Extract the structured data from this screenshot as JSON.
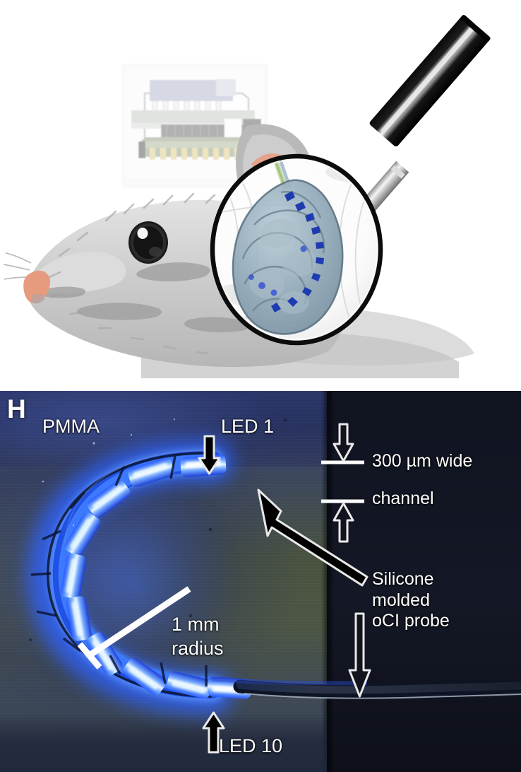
{
  "figure": {
    "panels": [
      {
        "id": "top",
        "type": "illustration",
        "description": "Grayscale illustration of a mouse head wearing a headstage PCB connector, with a magnifying glass held over the ear region revealing the cochlea with an implanted optical probe",
        "elements": {
          "mouse_head": "mouse-head-illustration",
          "headstage": "pcb-headstage-connector",
          "magnifier": "magnifying-glass",
          "cochlea": "cochlea-with-probe"
        }
      },
      {
        "id": "bottom",
        "type": "photograph",
        "letter": "H",
        "description": "Photograph of a silicone molded optical cochlear implant probe bent into a 1 mm radius loop with 10 blue LEDs illuminated, resting against a PMMA block"
      }
    ]
  },
  "annotations": {
    "panel_letter": "H",
    "pmma": "PMMA",
    "led_first": "LED 1",
    "led_last": "LED 10",
    "channel_width": "300 µm wide",
    "channel_word": "channel",
    "probe_line1": "Silicone",
    "probe_line2": "molded",
    "probe_line3": "oCI probe",
    "radius_value": "1 mm",
    "radius_word": "radius"
  },
  "measurements": {
    "channel_width_um": 300,
    "bend_radius_mm": 1,
    "led_count": 10
  },
  "colors": {
    "led_blue": "#1e4bff",
    "led_core": "#cfe8ff",
    "pmma_slab": "#2b3666",
    "dark_field": "#101320",
    "annotation_text": "#ffffff",
    "arrow_fill": "#000000",
    "arrow_stroke": "#e8e8e8",
    "mouse_fur": "#c9c9c9",
    "mouse_nose": "#e79b7e",
    "cochlea": "#8fa6b4",
    "probe_in_cochlea": "#2233aa",
    "magnifier_handle": "#141414"
  }
}
